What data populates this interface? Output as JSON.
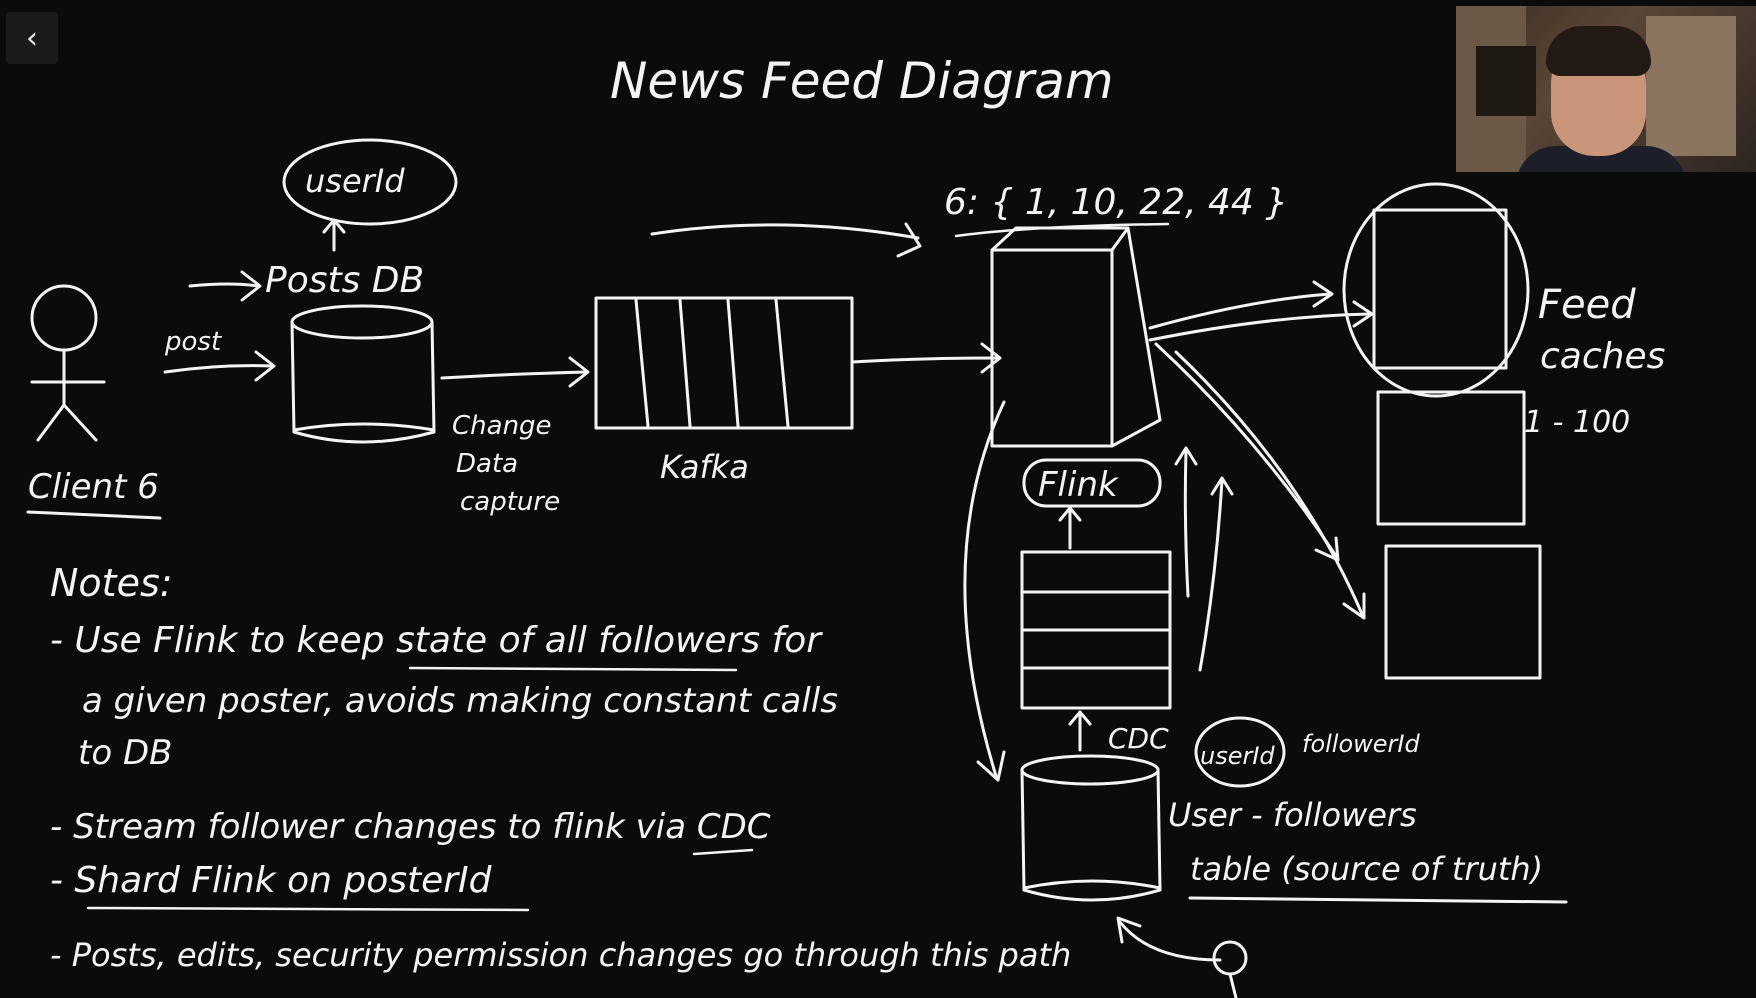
{
  "app": {
    "back_icon": "chevron-left-icon",
    "back_glyph": "‹"
  },
  "diagram": {
    "title": "News Feed Diagram",
    "client_label": "Client 6",
    "post_label": "post",
    "posts_db_label": "Posts DB",
    "userid_bubble": "userId",
    "cdc_label_lines": [
      "Change",
      "Data",
      "capture"
    ],
    "kafka_label": "Kafka",
    "shard_followers": "6: { 1, 10, 22, 44 }",
    "flink_label": "Flink",
    "cdc_label": "CDC",
    "userid_column": "userId",
    "followerid_column": "followerId",
    "table_label_lines": [
      "User - followers",
      "table (source of truth)"
    ],
    "feed_caches_lines": [
      "Feed",
      "caches"
    ],
    "feed_range": "1 - 100"
  },
  "notes": {
    "heading": "Notes:",
    "items": [
      "- Use Flink to keep state of all followers for",
      "a given poster, avoids making constant calls",
      "to DB",
      "- Stream follower changes to flink via CDC",
      "- Shard Flink on posterId",
      "- Posts, edits, security permission changes go through this path"
    ]
  },
  "webcam": {
    "description_icon": "presenter-webcam"
  }
}
